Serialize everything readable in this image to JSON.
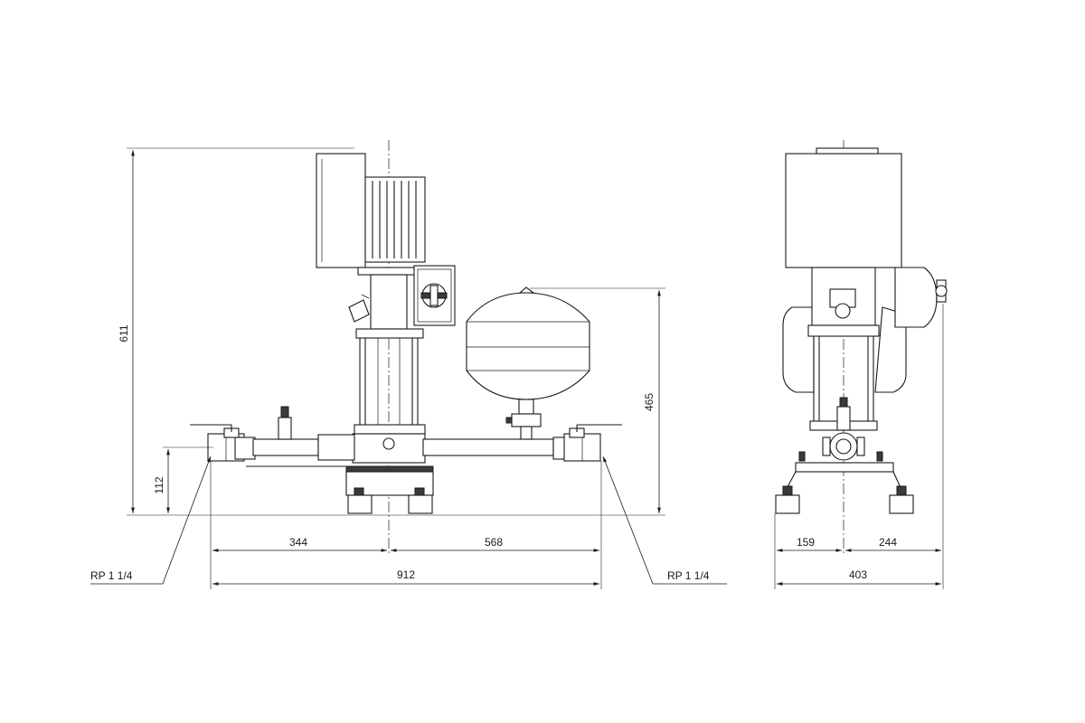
{
  "dimensions": {
    "front_height_total": "611",
    "front_tank_height": "465",
    "front_pipe_height": "112",
    "front_inlet_to_axis": "344",
    "front_axis_to_outlet": "568",
    "front_total_width": "912",
    "side_left_to_axis": "159",
    "side_axis_to_right": "244",
    "side_total_width": "403"
  },
  "connections": {
    "inlet_label": "RP 1 1/4",
    "outlet_label": "RP 1 1/4"
  }
}
